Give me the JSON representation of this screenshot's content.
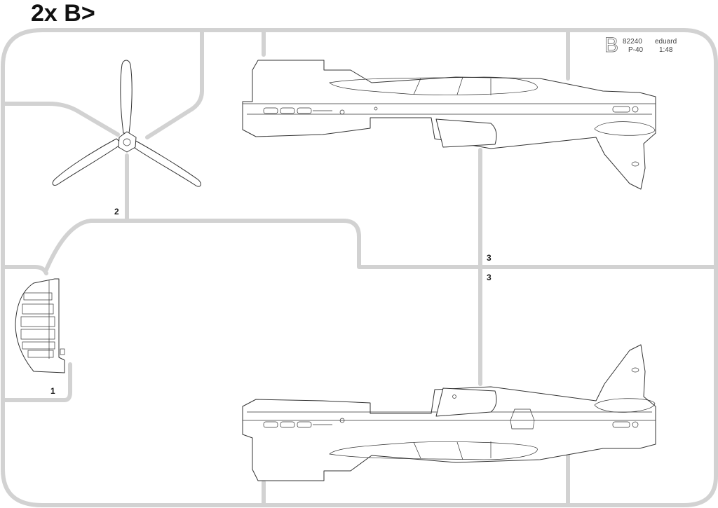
{
  "header": {
    "title": "2x B>"
  },
  "sprue": {
    "letter": "B",
    "catalog_number": "82240",
    "brand": "eduard",
    "model": "P-40",
    "scale": "1:48"
  },
  "parts": [
    {
      "number": "1",
      "name": "engine cowl section"
    },
    {
      "number": "2",
      "name": "propeller"
    },
    {
      "number": "3",
      "name": "fuselage half upper"
    },
    {
      "number": "3",
      "name": "fuselage half lower"
    }
  ]
}
